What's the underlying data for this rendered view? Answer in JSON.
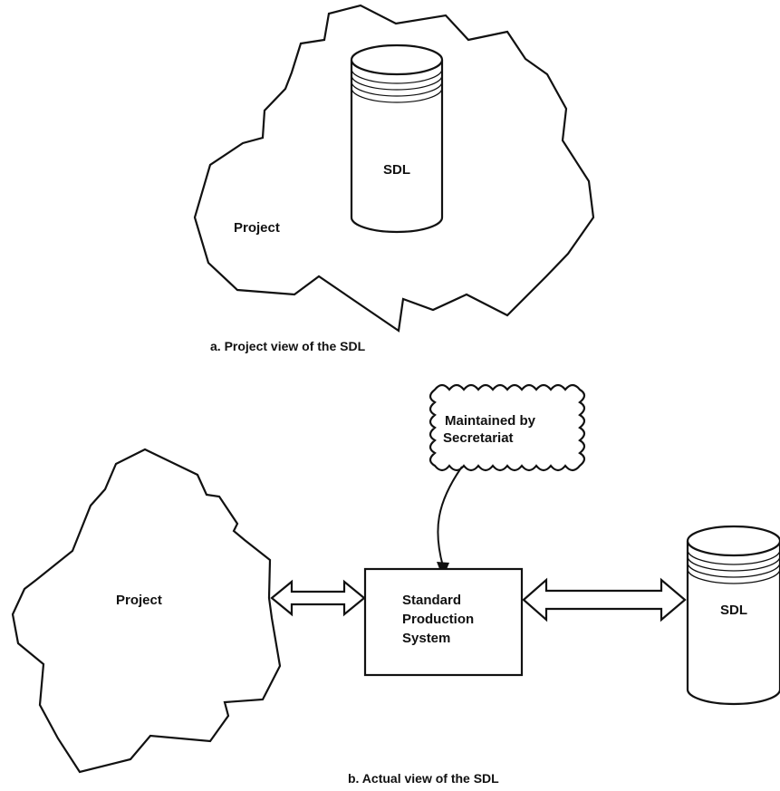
{
  "diagram_a": {
    "store_label": "SDL",
    "region_label": "Project",
    "caption": "a. Project view of the SDL"
  },
  "diagram_b": {
    "region_label": "Project",
    "system_label_lines": [
      "Standard",
      "Production",
      "System"
    ],
    "cloud_label_lines": [
      "Maintained by",
      "Secretariat"
    ],
    "store_label": "SDL",
    "caption": "b.  Actual view of the SDL"
  }
}
